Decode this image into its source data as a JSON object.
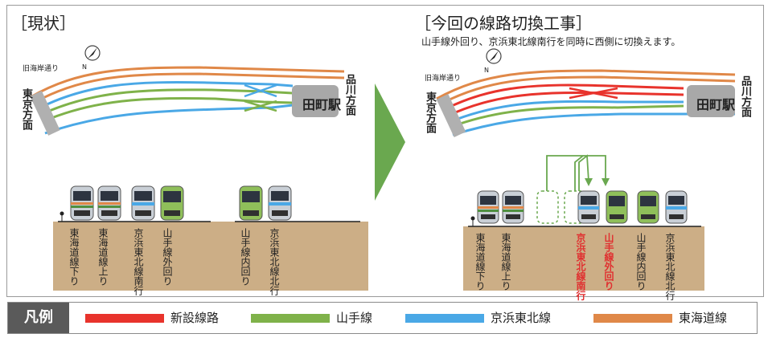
{
  "left_panel": {
    "title": "［現状］",
    "old_shore_road": "旧海岸通り",
    "tokyo_direction": "東京方面",
    "shinagawa_direction": "品川方面",
    "station": "田町駅",
    "track_labels": [
      "東海道線下り",
      "東海道線上り",
      "京浜東北線南行",
      "山手線外回り",
      "山手線内回り",
      "京浜東北線北行"
    ]
  },
  "right_panel": {
    "title": "［今回の線路切換工事］",
    "subtitle": "山手線外回り、京浜東北線南行を同時に西側に切換えます。",
    "old_shore_road": "旧海岸通り",
    "tokyo_direction": "東京方面",
    "shinagawa_direction": "品川方面",
    "station": "田町駅",
    "track_labels": [
      "東海道線下り",
      "東海道線上り",
      "京浜東北線南行",
      "山手線外回り",
      "山手線内回り",
      "京浜東北線北行"
    ]
  },
  "compass": {
    "north_label": "N"
  },
  "legend": {
    "title": "凡例",
    "items": [
      {
        "label": "新設線路",
        "color": "#e8332c"
      },
      {
        "label": "山手線",
        "color": "#7fb24a"
      },
      {
        "label": "京浜東北線",
        "color": "#4aa8e6"
      },
      {
        "label": "東海道線",
        "color": "#e08848"
      }
    ]
  },
  "colors": {
    "new_track": "#e8332c",
    "yamanote": "#7fb24a",
    "keihin_tohoku": "#4aa8e6",
    "tokaido": "#e08848",
    "ground": "#ccae86",
    "arrow": "#6aa84f"
  }
}
